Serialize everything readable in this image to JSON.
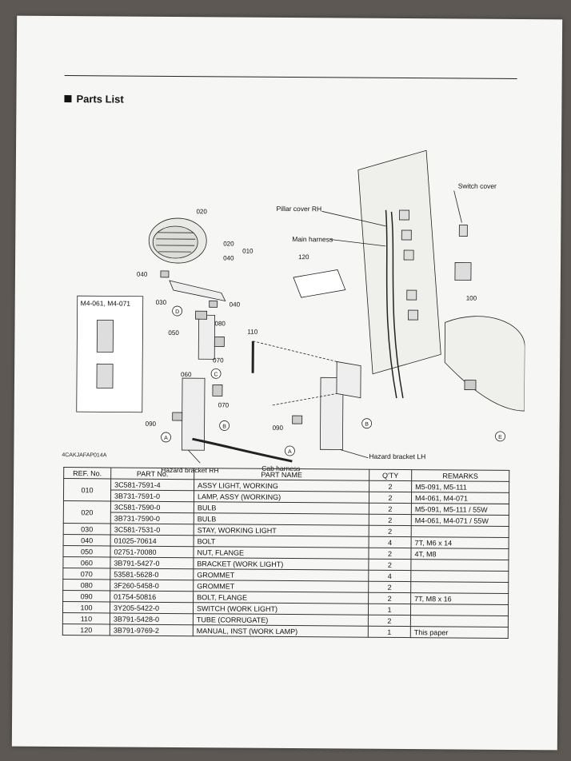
{
  "heading": "Parts List",
  "figure_code": "4CAKJAFAP014A",
  "callouts": {
    "pillar_cover": "Pillar cover RH",
    "main_harness": "Main harness",
    "switch_cover": "Switch cover",
    "hazard_rh": "Hazard bracket RH",
    "hazard_lh": "Hazard bracket LH",
    "cab_harness": "Cab harness",
    "inset_label": "M4-061, M4-071",
    "n020a": "020",
    "n020b": "020",
    "n040a": "040",
    "n010": "010",
    "n040b": "040",
    "n030": "030",
    "n040c": "040",
    "n080": "080",
    "n050": "050",
    "n070a": "070",
    "n060": "060",
    "n070b": "070",
    "n110": "110",
    "n090a": "090",
    "n090b": "090",
    "n120": "120",
    "n100": "100",
    "circA1": "A",
    "circB1": "B",
    "circC1": "C",
    "circD1": "D",
    "circA2": "A",
    "circB2": "B",
    "circE": "E"
  },
  "table": {
    "headers": [
      "REF. No.",
      "PART No.",
      "PART NAME",
      "Q'TY",
      "REMARKS"
    ],
    "rows": [
      {
        "ref": "010",
        "part_no": "3C581-7591-4",
        "name": "ASSY LIGHT, WORKING",
        "qty": "2",
        "remarks": "M5-091, M5-111"
      },
      {
        "ref": "",
        "part_no": "3B731-7591-0",
        "name": "LAMP, ASSY (WORKING)",
        "qty": "2",
        "remarks": "M4-061, M4-071"
      },
      {
        "ref": "020",
        "part_no": "3C581-7590-0",
        "name": "BULB",
        "qty": "2",
        "remarks": "M5-091, M5-111 / 55W"
      },
      {
        "ref": "",
        "part_no": "3B731-7590-0",
        "name": "BULB",
        "qty": "2",
        "remarks": "M4-061, M4-071 / 55W"
      },
      {
        "ref": "030",
        "part_no": "3C581-7531-0",
        "name": "STAY, WORKING LIGHT",
        "qty": "2",
        "remarks": ""
      },
      {
        "ref": "040",
        "part_no": "01025-70614",
        "name": "BOLT",
        "qty": "4",
        "remarks": "7T, M6 x 14"
      },
      {
        "ref": "050",
        "part_no": "02751-70080",
        "name": "NUT, FLANGE",
        "qty": "2",
        "remarks": "4T, M8"
      },
      {
        "ref": "060",
        "part_no": "3B791-5427-0",
        "name": "BRACKET (WORK LIGHT)",
        "qty": "2",
        "remarks": ""
      },
      {
        "ref": "070",
        "part_no": "53581-5628-0",
        "name": "GROMMET",
        "qty": "4",
        "remarks": ""
      },
      {
        "ref": "080",
        "part_no": "3F260-5458-0",
        "name": "GROMMET",
        "qty": "2",
        "remarks": ""
      },
      {
        "ref": "090",
        "part_no": "01754-50816",
        "name": "BOLT, FLANGE",
        "qty": "2",
        "remarks": "7T, M8 x 16"
      },
      {
        "ref": "100",
        "part_no": "3Y205-5422-0",
        "name": "SWITCH (WORK LIGHT)",
        "qty": "1",
        "remarks": ""
      },
      {
        "ref": "110",
        "part_no": "3B791-5428-0",
        "name": "TUBE (CORRUGATE)",
        "qty": "2",
        "remarks": ""
      },
      {
        "ref": "120",
        "part_no": "3B791-9769-2",
        "name": "MANUAL, INST (WORK LAMP)",
        "qty": "1",
        "remarks": "This paper"
      }
    ]
  }
}
